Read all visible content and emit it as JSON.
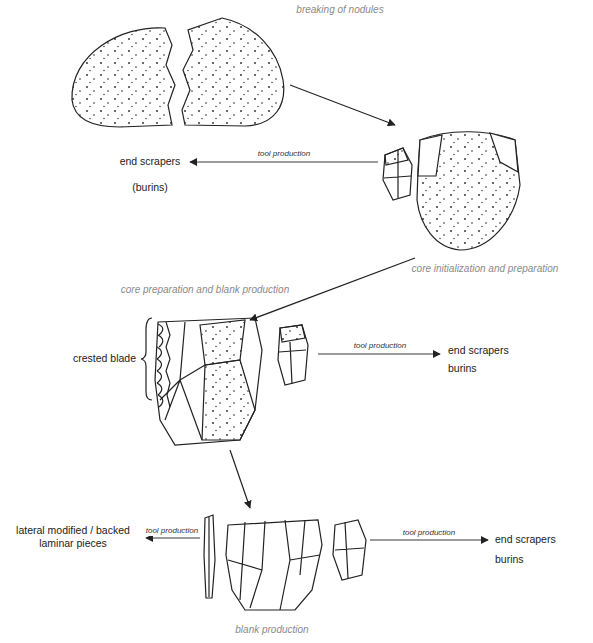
{
  "diagram": {
    "labels": [
      "breaking of nodules",
      "tool production",
      "end scrapers",
      "(burins)",
      "core initialization and preparation",
      "core preparation and blank production",
      "crested blade",
      "tool production",
      "end scrapers",
      "burins",
      "lateral modified / backed laminar pieces",
      "tool production",
      "tool production",
      "end scrapers",
      "burins",
      "blank production"
    ]
  }
}
